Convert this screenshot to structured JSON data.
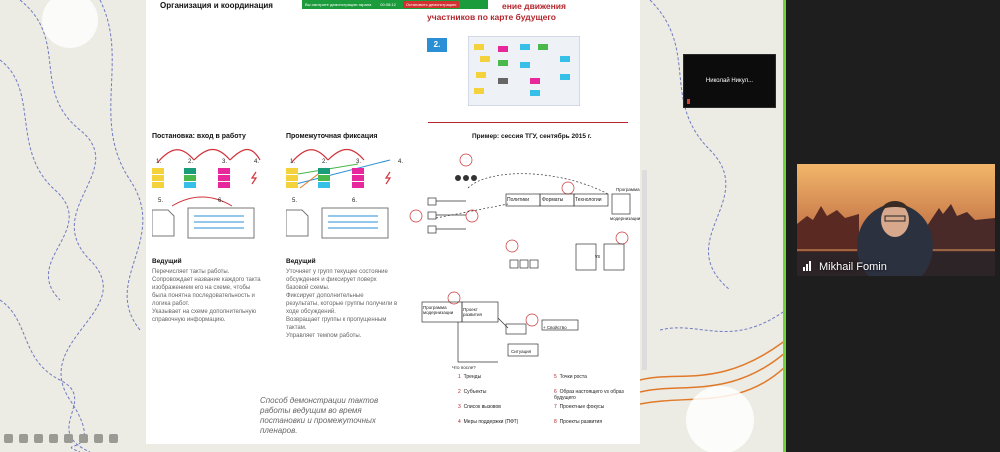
{
  "share_banner": {
    "text": "Вы смотрите демонстрацию экрана",
    "time": "00:08:12",
    "stop_label": "Остановить демонстрацию"
  },
  "slide": {
    "title_left": "Организация и координация",
    "title_right_line1": "ение движения",
    "title_right_line2": "участников по карте будущего",
    "step_badge": "2.",
    "col1": {
      "heading": "Постановка: вход в работу",
      "steps": [
        "1.",
        "2.",
        "3.",
        "4.",
        "5.",
        "6."
      ],
      "role": "Ведущий",
      "bullets": [
        "Перечисляет такты работы.",
        "Сопровождает название каждого такта изображением его на схеме, чтобы была понятна последовательность и логика работ.",
        "Указывает на схеме дополнительную справочную информацию."
      ]
    },
    "col2": {
      "heading": "Промежуточная фиксация",
      "steps": [
        "1.",
        "2.",
        "3.",
        "4.",
        "5.",
        "6."
      ],
      "role": "Ведущий",
      "bullets": [
        "Уточняет у групп текущее состояние обсуждения и фиксирует поверх базовой схемы.",
        "Фиксирует дополнительные результаты, которые группы получили в ходе обсуждений.",
        "Возвращает группы к пропущенным тактам.",
        "Управляет темпом работы."
      ]
    },
    "footnote": "Способ демонстрации тактов работы ведущим во время постановки и промежуточных пленаров.",
    "example": {
      "heading": "Пример: сессия ТГУ, сентябрь 2015 г.",
      "boxes": [
        "Политики",
        "Форматы",
        "Технологии",
        "Программа",
        "модернизации",
        "vs",
        "Программа модернизации",
        "Проект развития",
        "+ Свойство",
        "Ситуация",
        "Что после?"
      ],
      "legend_left": [
        {
          "n": "1",
          "label": "Тренды"
        },
        {
          "n": "2",
          "label": "Субъекты"
        },
        {
          "n": "3",
          "label": "Список вызовов"
        },
        {
          "n": "4",
          "label": "Меры поддержки (ПФТ)"
        }
      ],
      "legend_right": [
        {
          "n": "5",
          "label": "Точки роста"
        },
        {
          "n": "6",
          "label": "Образ настоящего vs образ будущего"
        },
        {
          "n": "7",
          "label": "Проектные фокусы"
        },
        {
          "n": "8",
          "label": "Проекты развития"
        }
      ]
    }
  },
  "participants": [
    {
      "name": "Николай Никул..."
    },
    {
      "name": "Mikhail Fomin"
    }
  ],
  "colors": {
    "accent_red": "#b3262c",
    "share_border": "#6fd43a",
    "banner_green": "#1b9b3b"
  }
}
